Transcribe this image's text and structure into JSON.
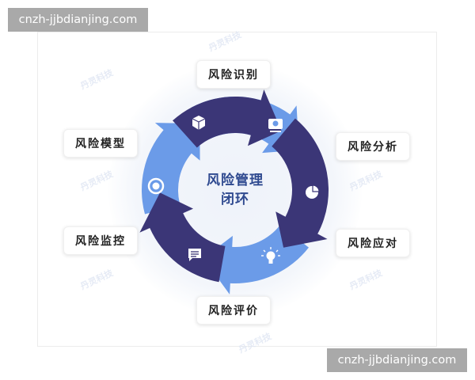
{
  "watermarks": {
    "top": "cnzh-jjbdianjing.com",
    "bottom": "cnzh-jjbdianjing.com"
  },
  "background_watermark": "丹灵科技",
  "center": {
    "line1": "风险管理",
    "line2": "闭环"
  },
  "stages": [
    {
      "id": "identify",
      "label": "风险识别",
      "icon": "monitor-icon"
    },
    {
      "id": "analyze",
      "label": "风险分析",
      "icon": "pie-chart-icon"
    },
    {
      "id": "respond",
      "label": "风险应对",
      "icon": "lightbulb-icon"
    },
    {
      "id": "evaluate",
      "label": "风险评价",
      "icon": "chat-icon"
    },
    {
      "id": "monitor",
      "label": "风险监控",
      "icon": "eye-icon"
    },
    {
      "id": "model",
      "label": "风险模型",
      "icon": "cube-icon"
    }
  ],
  "colors": {
    "dark": "#3b3677",
    "light": "#6b9be8",
    "center_text": "#2f4a90"
  }
}
